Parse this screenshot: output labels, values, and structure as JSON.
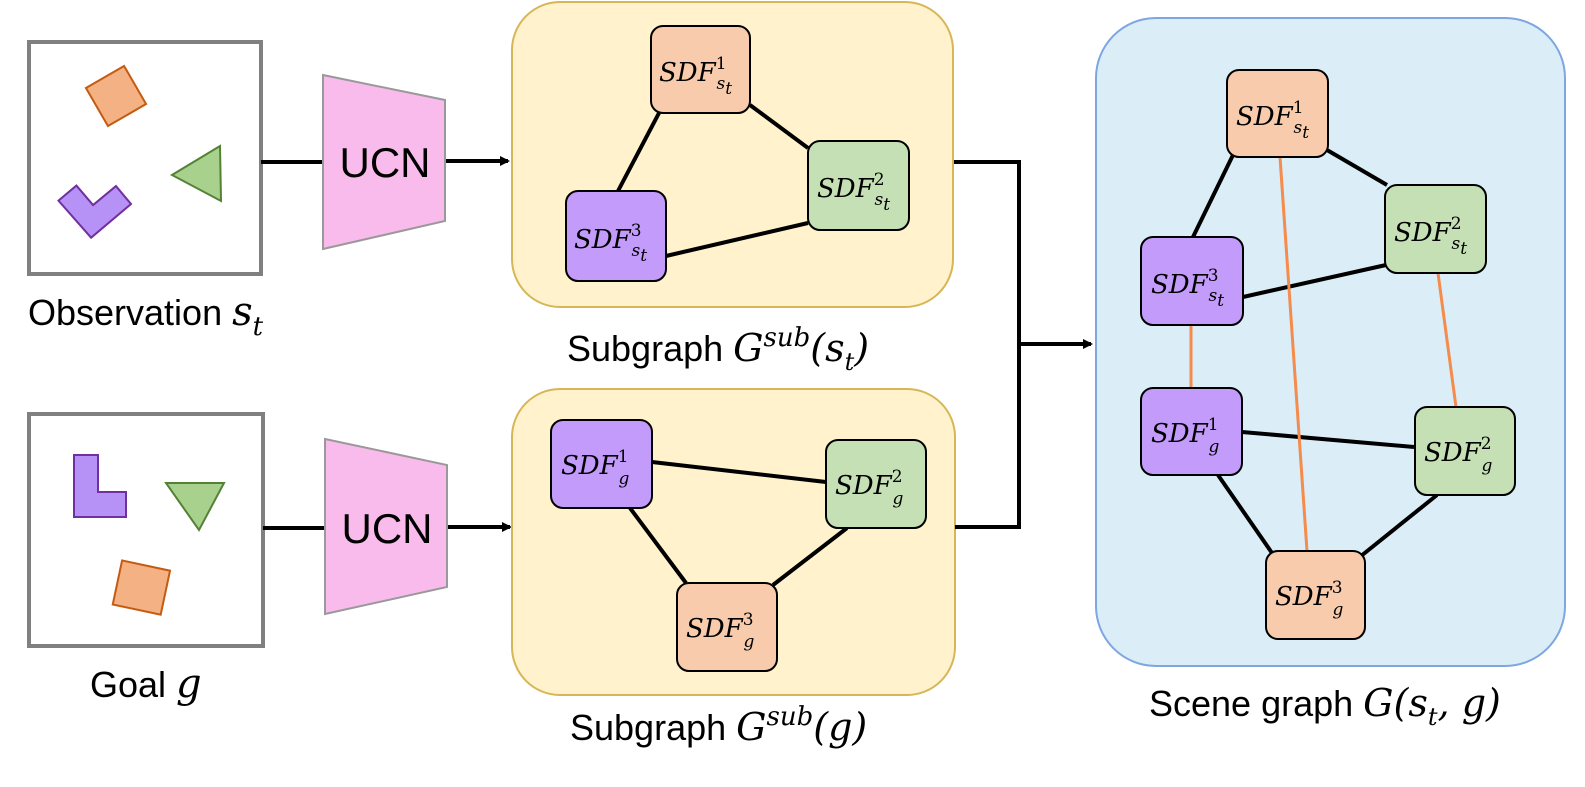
{
  "colors": {
    "node_orange": "#f8cbad",
    "node_green": "#c5e0b4",
    "node_purple": "#c39bfb",
    "subgraph_bg": "#fff2cc",
    "subgraph_border": "#d6b656",
    "scene_bg": "#dbeef7",
    "scene_border": "#7ea6e0",
    "encoder": "#f9bbec",
    "cross_edge": "#f58b4c"
  },
  "observation": {
    "label": "Observation ",
    "var": "s",
    "var_sub": "t"
  },
  "goal": {
    "label": "Goal ",
    "var": "g"
  },
  "encoders": {
    "top_label": "UCN",
    "bottom_label": "UCN"
  },
  "subgraph_state": {
    "prefix": "Subgraph ",
    "G": "G",
    "sup": "sub",
    "open": "(",
    "arg": "s",
    "arg_sub": "t",
    "close": ")"
  },
  "subgraph_goal": {
    "prefix": "Subgraph ",
    "G": "G",
    "sup": "sub",
    "open": "(",
    "arg": "g",
    "close": ")"
  },
  "scene_graph": {
    "prefix": "Scene graph ",
    "G": "G",
    "open": "(",
    "arg1": "s",
    "arg1_sub": "t",
    "sep": ", ",
    "arg2": "g",
    "close": ")"
  },
  "node_base": "SDF",
  "nodes": {
    "sub_s1": {
      "sup": "1",
      "sub": "s",
      "subsub": "t"
    },
    "sub_s2": {
      "sup": "2",
      "sub": "s",
      "subsub": "t"
    },
    "sub_s3": {
      "sup": "3",
      "sub": "s",
      "subsub": "t"
    },
    "sub_g1": {
      "sup": "1",
      "sub": "g"
    },
    "sub_g2": {
      "sup": "2",
      "sub": "g"
    },
    "sub_g3": {
      "sup": "3",
      "sub": "g"
    },
    "scene_s1": {
      "sup": "1",
      "sub": "s",
      "subsub": "t"
    },
    "scene_s2": {
      "sup": "2",
      "sub": "s",
      "subsub": "t"
    },
    "scene_s3": {
      "sup": "3",
      "sub": "s",
      "subsub": "t"
    },
    "scene_g1": {
      "sup": "1",
      "sub": "g"
    },
    "scene_g2": {
      "sup": "2",
      "sub": "g"
    },
    "scene_g3": {
      "sup": "3",
      "sub": "g"
    }
  }
}
